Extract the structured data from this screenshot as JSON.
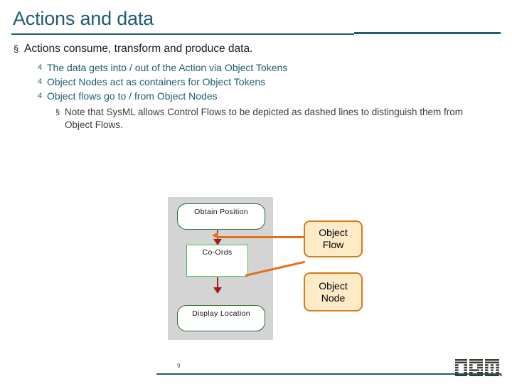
{
  "slide": {
    "title": "Actions and data",
    "accent_color": "#1F6070",
    "title_color": "#1F5C72"
  },
  "bullets": {
    "level1": [
      {
        "marker": "§",
        "text": "Actions consume, transform and produce data."
      }
    ],
    "level2": [
      {
        "marker": "4",
        "text": "The data gets into / out of the Action via Object Tokens"
      },
      {
        "marker": "4",
        "text": "Object Nodes act as containers for Object Tokens"
      },
      {
        "marker": "4",
        "text": "Object flows go to / from Object Nodes"
      }
    ],
    "level3": [
      {
        "marker": "§",
        "text": "Note that SysML allows Control Flows to be depicted as dashed lines to distinguish them from Object Flows."
      }
    ]
  },
  "diagram": {
    "background_color": "#d4d4d4",
    "action_border_color": "#2e6b33",
    "object_node_border_color": "#44c252",
    "flow_color": "#9b2020",
    "nodes": [
      {
        "id": "obtain-position",
        "type": "action",
        "label": "Obtain Position"
      },
      {
        "id": "co-ords",
        "type": "object-node",
        "label": "Co-Ords"
      },
      {
        "id": "display-location",
        "type": "action",
        "label": "Display Location"
      }
    ],
    "flows": [
      {
        "from": "obtain-position",
        "to": "co-ords",
        "type": "object-flow"
      },
      {
        "from": "co-ords",
        "to": "display-location",
        "type": "object-flow"
      }
    ]
  },
  "callouts": {
    "fill_color": "#FDEBC8",
    "border_color": "#D97B18",
    "leader_color": "#E2711D",
    "items": [
      {
        "id": "object-flow",
        "line1": "Object",
        "line2": "Flow",
        "points_to": "object-flow-arrow"
      },
      {
        "id": "object-node",
        "line1": "Object",
        "line2": "Node",
        "points_to": "co-ords"
      }
    ]
  },
  "footer": {
    "page_number": "9",
    "logo": "ibm-logo"
  }
}
